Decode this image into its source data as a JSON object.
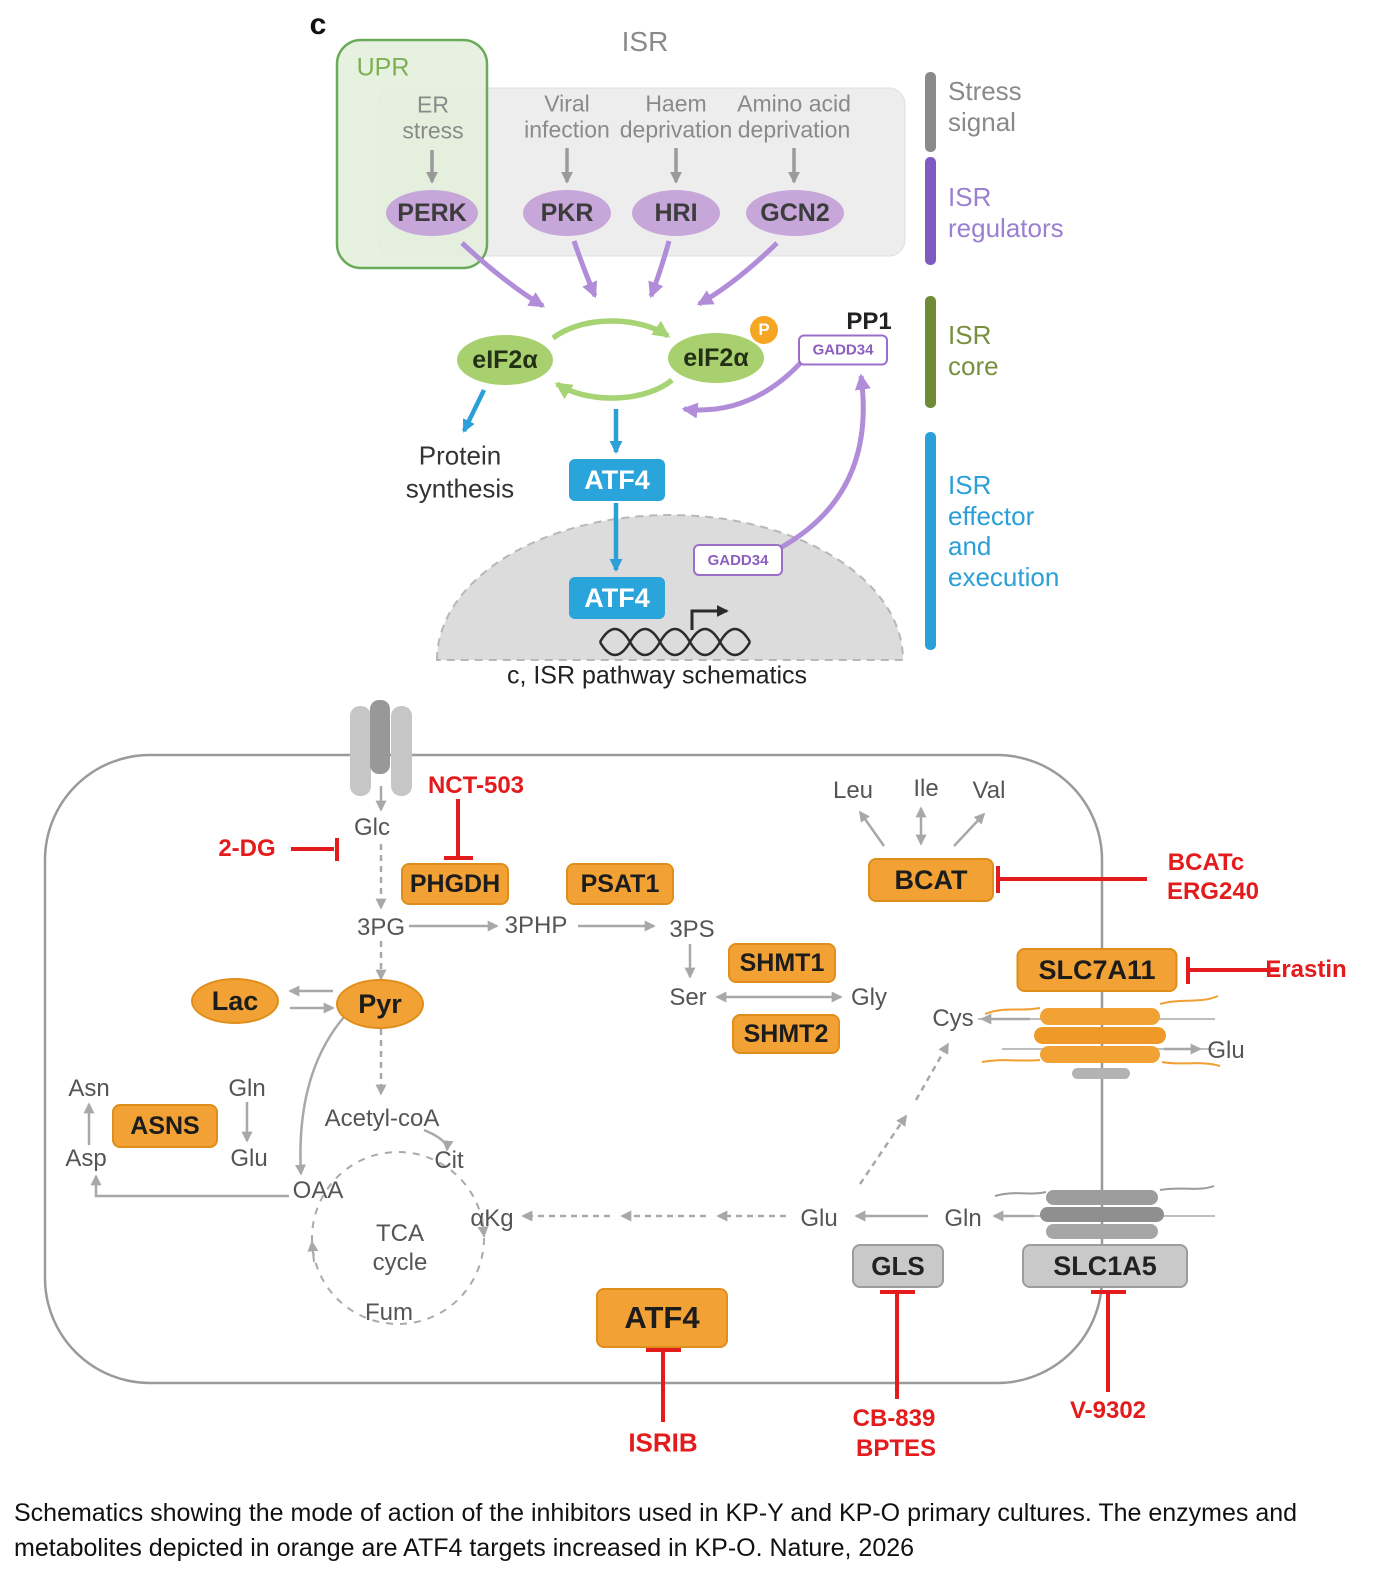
{
  "panel_c": {
    "panel_label": "c",
    "title": "ISR",
    "upr_label": "UPR",
    "stressors": [
      {
        "label": "ER stress",
        "kinase": "PERK"
      },
      {
        "label": "Viral infection",
        "kinase": "PKR"
      },
      {
        "label": "Haem deprivation",
        "kinase": "HRI"
      },
      {
        "label": "Amino acid deprivation",
        "kinase": "GCN2"
      }
    ],
    "eif2a_left": "eIF2α",
    "eif2a_right": "eIF2α",
    "phospho_badge": "P",
    "pp1_label": "PP1",
    "gadd34_top": "GADD34",
    "gadd34_nucleus": "GADD34",
    "protein_synthesis": "Protein synthesis",
    "atf4_cytoplasm": "ATF4",
    "atf4_nucleus": "ATF4",
    "legend": [
      {
        "label": "Stress signal",
        "color": "#8a8a8a"
      },
      {
        "label": "ISR regulators",
        "color": "#7e5bc0"
      },
      {
        "label": "ISR core",
        "color": "#6e8b35"
      },
      {
        "label": "ISR effector and execution",
        "color": "#2a9fd8"
      }
    ],
    "caption": "c, ISR pathway schematics"
  },
  "pathway": {
    "metabolites": {
      "glc": "Glc",
      "pg3": "3PG",
      "php3": "3PHP",
      "ps3": "3PS",
      "ser": "Ser",
      "gly": "Gly",
      "lac": "Lac",
      "pyr": "Pyr",
      "acetyl_coa": "Acetyl-coA",
      "asn": "Asn",
      "gln_left": "Gln",
      "asp": "Asp",
      "glu_left": "Glu",
      "oaa": "OAA",
      "tca_cycle": "TCA cycle",
      "cit": "Cit",
      "akg": "αKg",
      "fum": "Fum",
      "leu": "Leu",
      "ile": "Ile",
      "val": "Val",
      "cys": "Cys",
      "glu_right": "Glu",
      "glu_mid": "Glu",
      "gln_mid": "Gln"
    },
    "enzymes": {
      "phgdh": "PHGDH",
      "psat1": "PSAT1",
      "shmt1": "SHMT1",
      "shmt2": "SHMT2",
      "asns": "ASNS",
      "bcat": "BCAT",
      "slc7a11": "SLC7A11",
      "gls": "GLS",
      "slc1a5": "SLC1A5",
      "atf4": "ATF4"
    },
    "inhibitors": {
      "nct503": "NCT-503",
      "two_dg": "2-DG",
      "bcatc": "BCATc",
      "erg240": "ERG240",
      "erastin": "Erastin",
      "isrib": "ISRIB",
      "cb839": "CB-839",
      "bptes": "BPTES",
      "v9302": "V-9302"
    },
    "colors": {
      "atf4_target_orange": "#f2a235",
      "inhibitor_red": "#e31b1c",
      "transporter_gray": "#c9c9c9"
    }
  },
  "figure_caption": "Schematics showing the mode of action of the inhibitors used in KP-Y and KP-O primary cultures. The enzymes and metabolites depicted in orange are ATF4 targets increased in KP-O. Nature, 2026"
}
